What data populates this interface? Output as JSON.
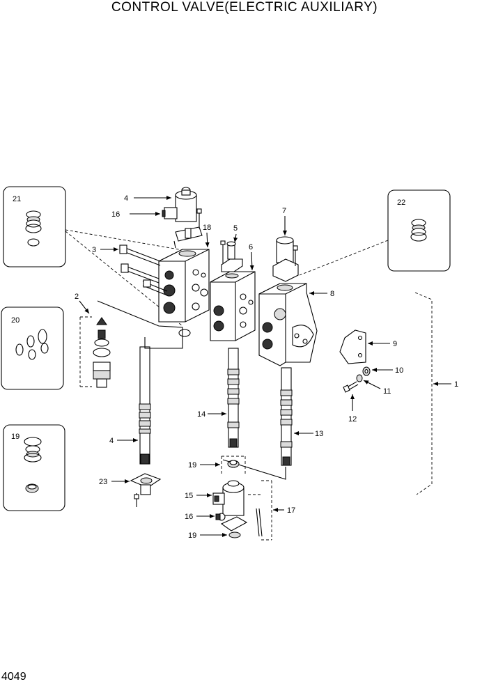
{
  "title": "CONTROL VALVE(ELECTRIC AUXILIARY)",
  "page_number": "4049",
  "callouts": {
    "c1": "1",
    "c2": "2",
    "c3": "3",
    "c4a": "4",
    "c4b": "4",
    "c5": "5",
    "c6": "6",
    "c7": "7",
    "c8": "8",
    "c9": "9",
    "c10": "10",
    "c11": "11",
    "c12": "12",
    "c13": "13",
    "c14": "14",
    "c15": "15",
    "c16a": "16",
    "c16b": "16",
    "c17": "17",
    "c18": "18",
    "c19a": "19",
    "c19b": "19",
    "c19c": "19",
    "c20": "20",
    "c21": "21",
    "c22": "22",
    "c23": "23"
  }
}
